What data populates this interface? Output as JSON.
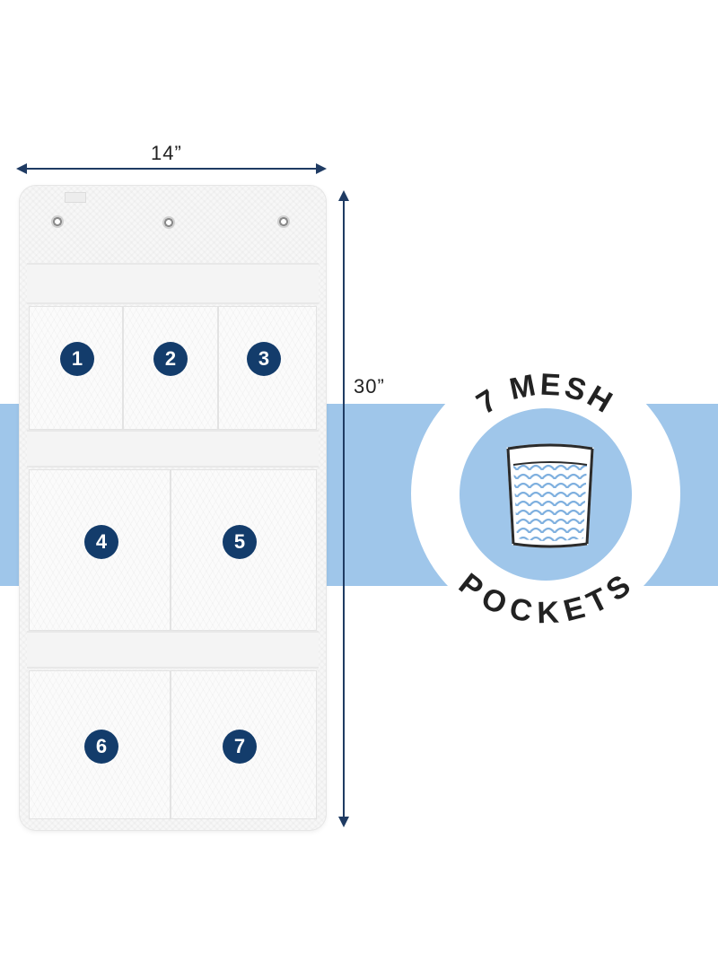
{
  "dimensions": {
    "width_label": "14”",
    "height_label": "30”"
  },
  "pockets": [
    {
      "number": "1"
    },
    {
      "number": "2"
    },
    {
      "number": "3"
    },
    {
      "number": "4"
    },
    {
      "number": "5"
    },
    {
      "number": "6"
    },
    {
      "number": "7"
    }
  ],
  "badge": {
    "top_text": "7 MESH",
    "bottom_text": "POCKETS",
    "icon": "mesh-basket-icon"
  },
  "colors": {
    "band": "#9fc6ea",
    "number_badge": "#133c6b",
    "text": "#222222"
  }
}
